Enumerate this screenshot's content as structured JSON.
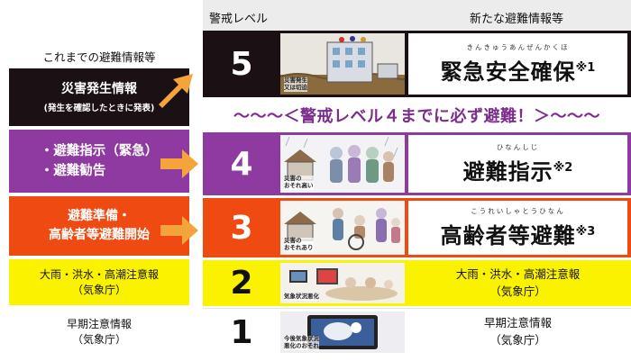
{
  "left": {
    "title": "これまでの避難情報等",
    "boxes": [
      {
        "main": "災害発生情報",
        "sub": "(発生を確認したときに発表)"
      },
      {
        "lines": [
          "・避難指示（緊急）",
          "・避難勧告"
        ]
      },
      {
        "lines": [
          "避難準備・",
          "高齢者等避難開始"
        ]
      },
      {
        "lines": [
          "大雨・洪水・高潮注意報",
          "（気象庁）"
        ]
      },
      {
        "lines": [
          "早期注意情報",
          "（気象庁）"
        ]
      }
    ]
  },
  "header": {
    "level_label": "警戒レベル",
    "info_label": "新たな避難情報等"
  },
  "banner": "〜〜〜＜警戒レベル４までに必ず避難！＞〜〜〜",
  "levels": [
    {
      "number": "5",
      "caption": [
        "災害発生",
        "又は切迫"
      ],
      "ruby": "きんきゅうあんぜんかくほ",
      "info": "緊急安全確保",
      "note": "※1"
    },
    {
      "number": "4",
      "caption": [
        "災害の",
        "おそれ高い"
      ],
      "ruby": "ひなんしじ",
      "info": "避難指示",
      "note": "※2"
    },
    {
      "number": "3",
      "caption": [
        "災害の",
        "おそれあり"
      ],
      "ruby": "こうれいしゃとうひなん",
      "info": "高齢者等避難",
      "note": "※3"
    },
    {
      "number": "2",
      "caption": [
        "気象状況悪化"
      ],
      "info_lines": [
        "大雨・洪水・高潮注意報",
        "（気象庁）"
      ]
    },
    {
      "number": "1",
      "caption": [
        "今後気象状況",
        "悪化のおそれ"
      ],
      "info_lines": [
        "早期注意情報",
        "（気象庁）"
      ]
    }
  ],
  "colors": {
    "level5": "#1b1013",
    "level4": "#8e3aa0",
    "level3": "#ef4a12",
    "level2": "#fbf200",
    "arrow": "#f4a43a",
    "banner_text": "#7b2d8e"
  }
}
